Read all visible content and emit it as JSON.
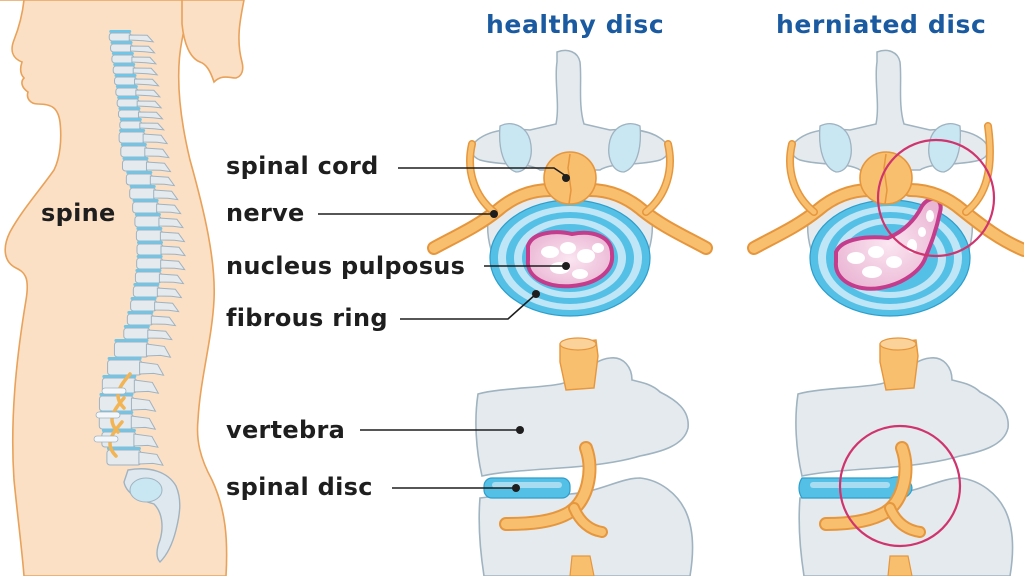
{
  "titles": {
    "healthy": "healthy disc",
    "herniated": "herniated disc"
  },
  "labels": {
    "spine": "spine",
    "spinal_cord": "spinal cord",
    "nerve": "nerve",
    "nucleus_pulposus": "nucleus pulposus",
    "fibrous_ring": "fibrous ring",
    "vertebra": "vertebra",
    "spinal_disc": "spinal disc"
  },
  "colors": {
    "title": "#1a5aa0",
    "label_text": "#1e1e1e",
    "skin": "#fce0c6",
    "skin_outline": "#e8a25a",
    "bone": "#e4eaee",
    "bone_outline": "#9fb3c0",
    "bone_blue": "#c9e6f3",
    "nerve": "#f8bf6e",
    "nerve_outline": "#e6963c",
    "disc_blue": "#55c0e6",
    "disc_light": "#bfe6f6",
    "nucleus_magenta": "#c43c8c",
    "nucleus_pink": "#f2c7df",
    "highlight_circle": "#d0346e"
  }
}
